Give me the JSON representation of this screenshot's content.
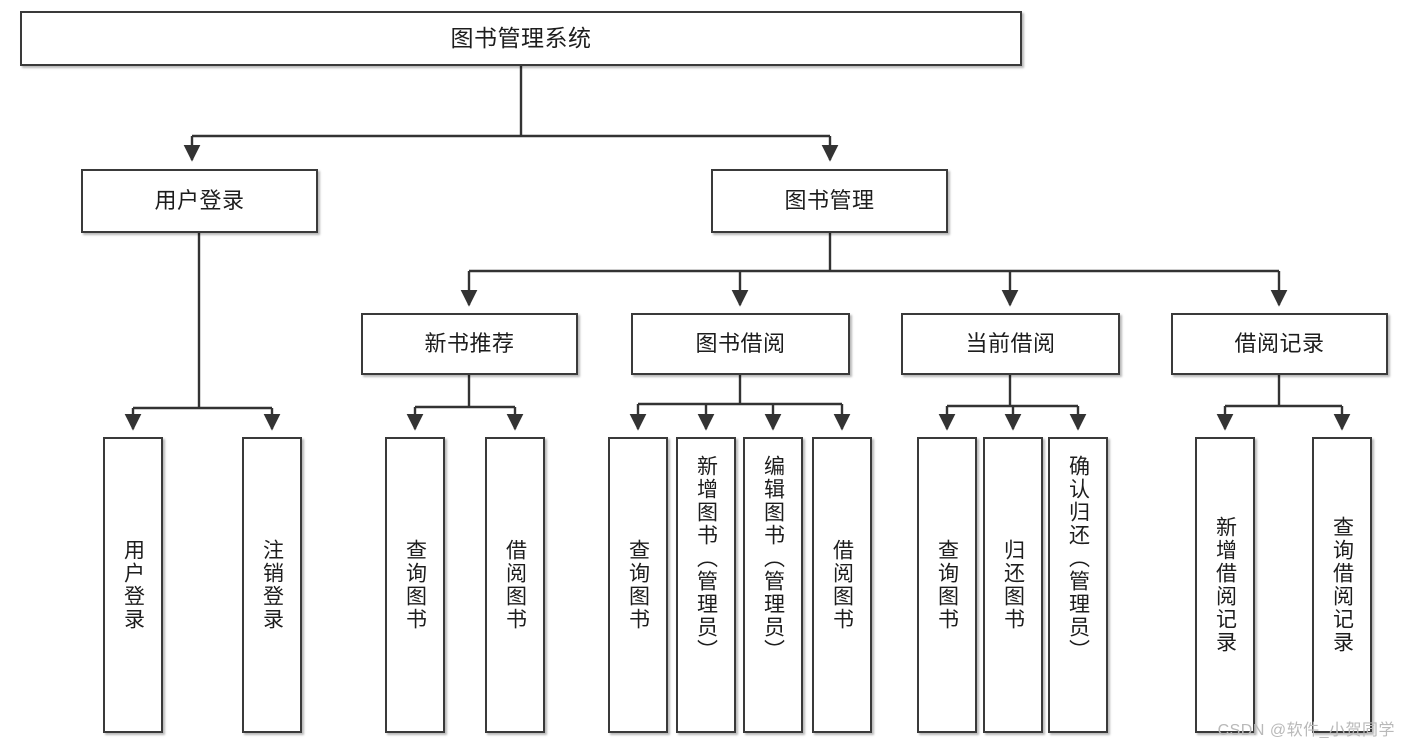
{
  "diagram": {
    "type": "tree",
    "title": "图书管理系统",
    "watermark": "CSDN @软件_小贺同学",
    "colors": {
      "box_border": "#3a3a3a",
      "box_fill": "#ffffff",
      "edge": "#333333",
      "text": "#1d1d1d",
      "watermark": "#b9b9b9",
      "background": "#ffffff"
    },
    "nodes": {
      "root": {
        "label": "图书管理系统",
        "level": 0
      },
      "level1": [
        {
          "id": "user-login",
          "label": "用户登录"
        },
        {
          "id": "book-manage",
          "label": "图书管理"
        }
      ],
      "level2": [
        {
          "id": "new-book-rec",
          "label": "新书推荐",
          "parent": "book-manage"
        },
        {
          "id": "book-borrow",
          "label": "图书借阅",
          "parent": "book-manage"
        },
        {
          "id": "current-borrow",
          "label": "当前借阅",
          "parent": "book-manage"
        },
        {
          "id": "borrow-record",
          "label": "借阅记录",
          "parent": "book-manage"
        }
      ],
      "leaves": [
        {
          "id": "leaf-user-login",
          "label": "用户登录",
          "parent": "user-login"
        },
        {
          "id": "leaf-logout",
          "label": "注销登录",
          "parent": "user-login"
        },
        {
          "id": "leaf-query-book-1",
          "label": "查询图书",
          "parent": "new-book-rec"
        },
        {
          "id": "leaf-borrow-book-1",
          "label": "借阅图书",
          "parent": "new-book-rec"
        },
        {
          "id": "leaf-query-book-2",
          "label": "查询图书",
          "parent": "book-borrow"
        },
        {
          "id": "leaf-add-book",
          "label": "新增图书（管理员）",
          "parent": "book-borrow"
        },
        {
          "id": "leaf-edit-book",
          "label": "编辑图书（管理员）",
          "parent": "book-borrow"
        },
        {
          "id": "leaf-borrow-book-2",
          "label": "借阅图书",
          "parent": "book-borrow"
        },
        {
          "id": "leaf-query-book-3",
          "label": "查询图书",
          "parent": "current-borrow"
        },
        {
          "id": "leaf-return-book",
          "label": "归还图书",
          "parent": "current-borrow"
        },
        {
          "id": "leaf-confirm-return",
          "label": "确认归还（管理员）",
          "parent": "current-borrow"
        },
        {
          "id": "leaf-add-record",
          "label": "新增借阅记录",
          "parent": "borrow-record"
        },
        {
          "id": "leaf-query-record",
          "label": "查询借阅记录",
          "parent": "borrow-record"
        }
      ]
    }
  }
}
